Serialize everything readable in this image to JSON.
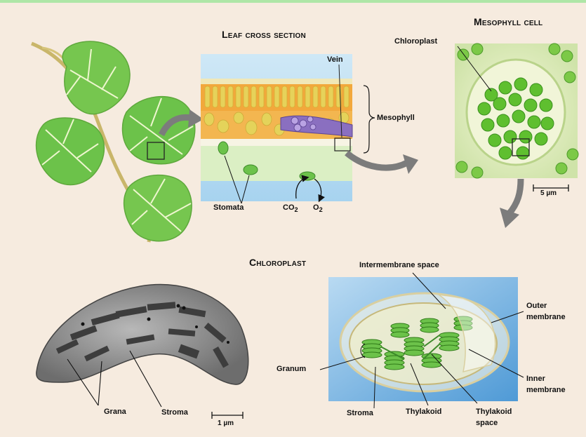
{
  "titles": {
    "leaf_cross_section": "Leaf cross section",
    "mesophyll_cell": "Mesophyll cell",
    "chloroplast": "Chloroplast"
  },
  "labels": {
    "vein": "Vein",
    "mesophyll": "Mesophyll",
    "stomata": "Stomata",
    "co2": "CO",
    "co2_sub": "2",
    "o2": "O",
    "o2_sub": "2",
    "chloroplast_cell": "Chloroplast",
    "scale_5um": "5 µm",
    "intermembrane_space": "Intermembrane space",
    "outer_membrane_1": "Outer",
    "outer_membrane_2": "membrane",
    "granum": "Granum",
    "inner_membrane_1": "Inner",
    "inner_membrane_2": "membrane",
    "stroma_diagram": "Stroma",
    "thylakoid": "Thylakoid",
    "thylakoid_space_1": "Thylakoid",
    "thylakoid_space_2": "space",
    "grana": "Grana",
    "stroma_micrograph": "Stroma",
    "scale_1um": "1 µm"
  },
  "colors": {
    "background": "#f6ebdf",
    "leaf": "#6cc24a",
    "leaf_vein": "#eef6cf",
    "arrow": "#7c7c7c",
    "chloroplast_green": "#5fbf2f",
    "vein_purple": "#8a6fc0"
  }
}
